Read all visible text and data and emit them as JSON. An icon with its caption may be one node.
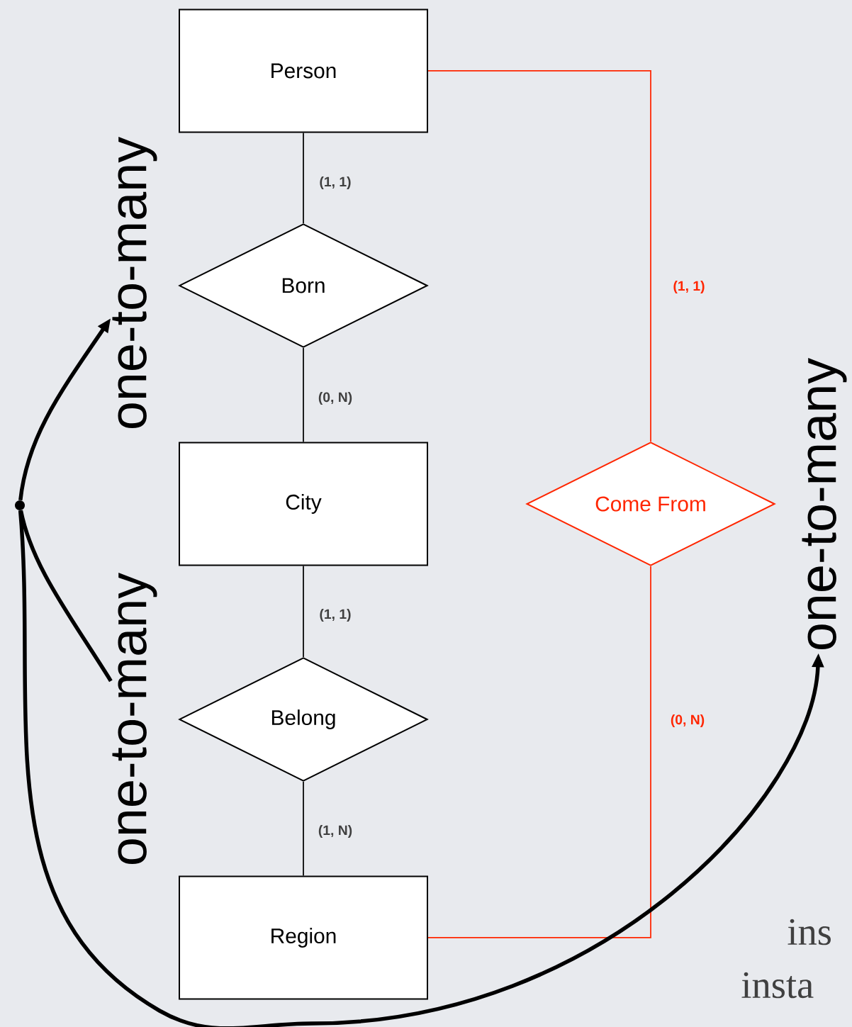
{
  "diagram": {
    "nodes": [
      {
        "text": [
          "Person"
        ]
      },
      {
        "text": [
          "Born"
        ]
      },
      {
        "text": [
          "City"
        ]
      },
      {
        "text": [
          "Belong"
        ]
      },
      {
        "text": [
          "Region"
        ]
      },
      {
        "text": [
          "Come From"
        ]
      },
      {
        "text": [
          "one-to-many"
        ]
      },
      {
        "text": [
          "one-to-many"
        ]
      },
      {
        "text": [
          "one-to-many"
        ]
      },
      {
        "text": [],
        "shape": "circle"
      }
    ],
    "edges": [
      {
        "from": 0,
        "to": 1,
        "arrow": "none",
        "label": "(1, 1)"
      },
      {
        "from": 1,
        "to": 2,
        "arrow": "none",
        "label": "(0, N)"
      },
      {
        "from": 2,
        "to": 3,
        "arrow": "none",
        "label": "(1, 1)"
      },
      {
        "from": 3,
        "to": 4,
        "arrow": "none",
        "label": "(1, N)"
      },
      {
        "from": 0,
        "to": 5,
        "arrow": "none",
        "label": "(1, 1)",
        "color": "#ff2600"
      },
      {
        "from": 5,
        "to": 4,
        "arrow": "none",
        "label": "(0, N)",
        "color": "#ff2600"
      },
      {
        "from": 9,
        "to": 6,
        "arrow": "to",
        "style": "thick"
      },
      {
        "from": 9,
        "to": 7,
        "arrow": "none",
        "style": "thick"
      },
      {
        "from": 9,
        "to": 8,
        "arrow": "to",
        "style": "thick"
      }
    ],
    "labels": [
      "ins",
      "insta"
    ]
  }
}
